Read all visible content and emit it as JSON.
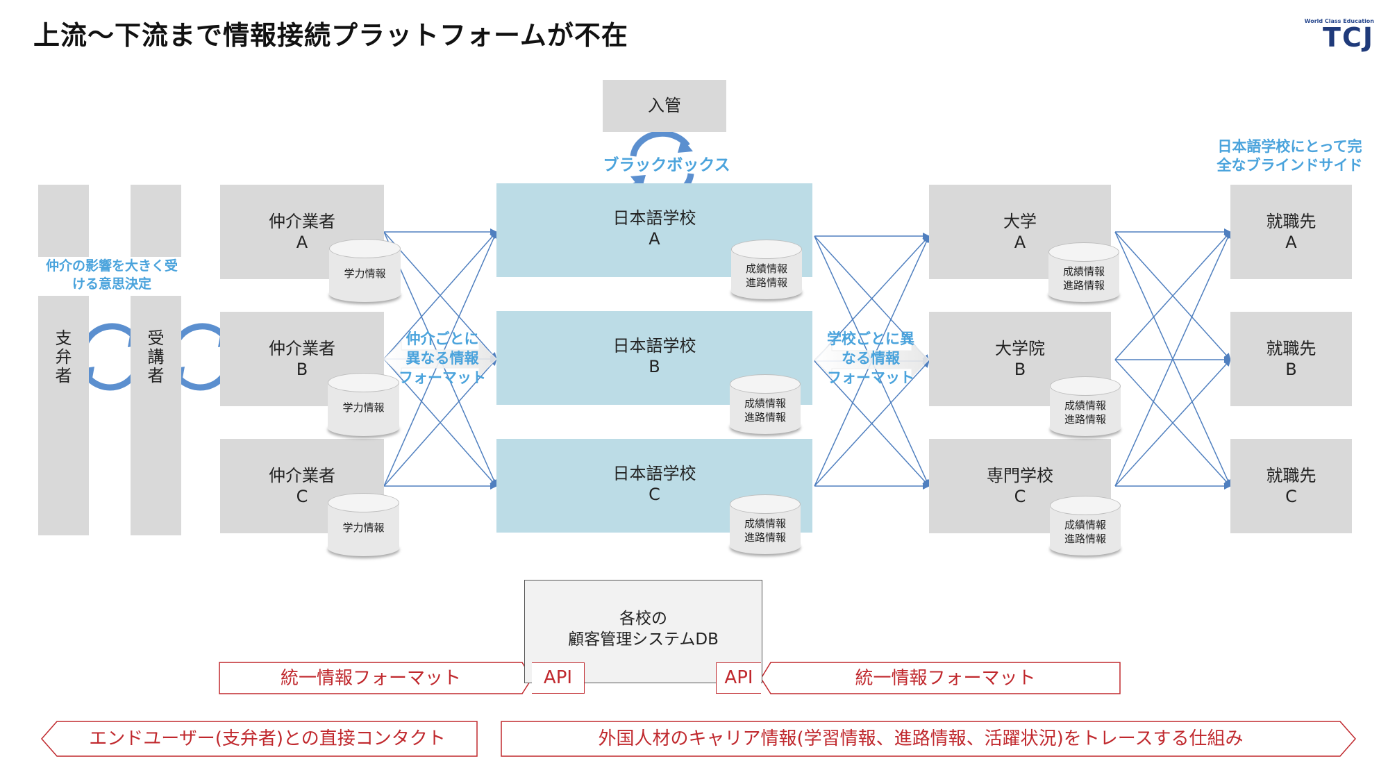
{
  "title": "上流～下流まで情報接続プラットフォームが不在",
  "logo": {
    "tagline": "World Class Education",
    "name": "TCJ"
  },
  "immigration": "入管",
  "blackbox": "ブラックボックス",
  "left_callout": "仲介の影響を大きく受\nける意思決定",
  "supporter": "支\n弁\n者",
  "student": "受\n講\n者",
  "brokers": [
    {
      "label": "仲介業者\nA",
      "db": "学力情報"
    },
    {
      "label": "仲介業者\nB",
      "db": "学力情報"
    },
    {
      "label": "仲介業者\nC",
      "db": "学力情報"
    }
  ],
  "broker_format_note": "仲介ごとに\n異なる情報\nフォーマット",
  "schools": [
    {
      "label": "日本語学校\nA",
      "db": "成績情報\n進路情報"
    },
    {
      "label": "日本語学校\nB",
      "db": "成績情報\n進路情報"
    },
    {
      "label": "日本語学校\nC",
      "db": "成績情報\n進路情報"
    }
  ],
  "school_format_note": "学校ごとに異\nなる情報\nフォーマット",
  "higher_ed": [
    {
      "label": "大学\nA",
      "db": "成績情報\n進路情報"
    },
    {
      "label": "大学院\nB",
      "db": "成績情報\n進路情報"
    },
    {
      "label": "専門学校\nC",
      "db": "成績情報\n進路情報"
    }
  ],
  "blind_side_note": "日本語学校にとって完\n全なブラインドサイド",
  "employers": [
    {
      "label": "就職先\nA"
    },
    {
      "label": "就職先\nB"
    },
    {
      "label": "就職先\nC"
    }
  ],
  "crm_db": "各校の\n顧客管理システムDB",
  "unified_format_left": "統一情報フォーマット",
  "api_left": "API",
  "api_right": "API",
  "unified_format_right": "統一情報フォーマット",
  "end_user_contact": "エンドユーザー(支弁者)との直接コンタクト",
  "career_trace": "外国人材のキャリア情報(学習情報、進路情報、活躍状況)をトレースする仕組み",
  "colors": {
    "gray_box": "#d9d9d9",
    "school_box": "#bcdce6",
    "accent_blue": "#4aa3dc",
    "arrow_blue": "#4f7fbf",
    "red": "#c0282d"
  }
}
